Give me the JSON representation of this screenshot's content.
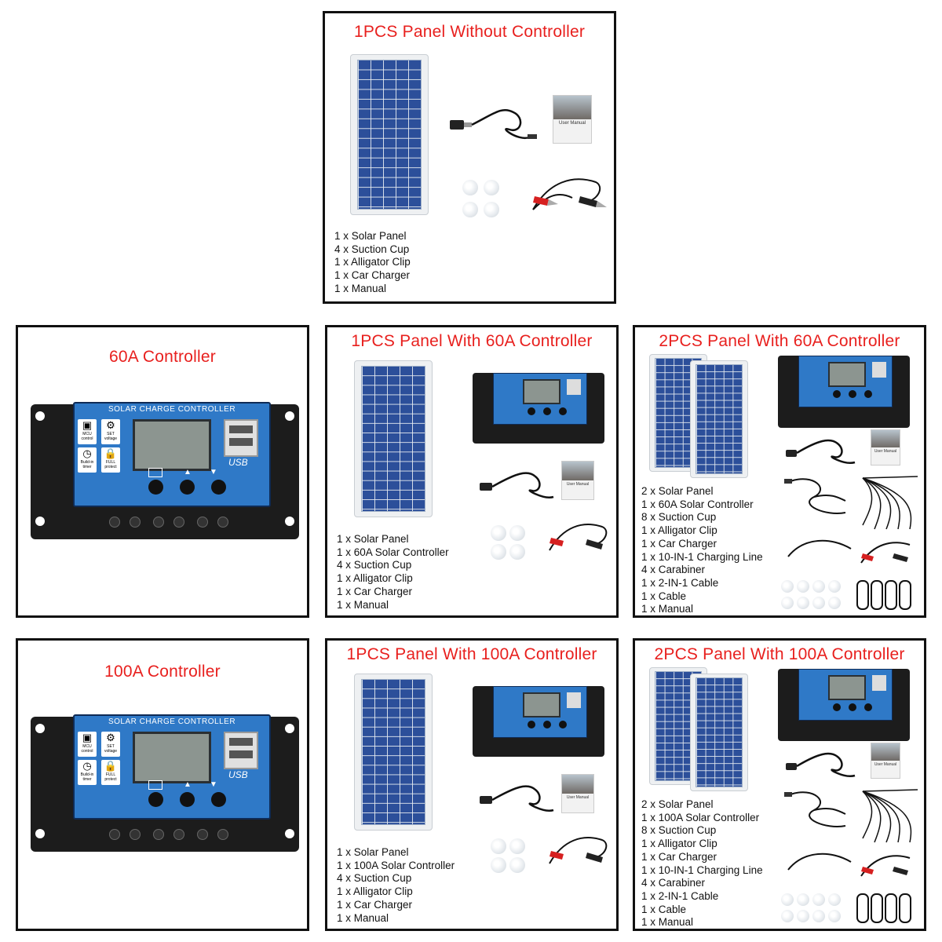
{
  "colors": {
    "title_red": "#e8201e",
    "panel_blue": "#2c4f9a",
    "controller_blue": "#2f79c7",
    "controller_body": "#1e1e1e",
    "lcd": "#8c9590"
  },
  "boxes": [
    {
      "title": "1PCS Panel Without Controller",
      "items": [
        "1 x Solar Panel",
        "4 x Suction Cup",
        "1 x Alligator Clip",
        "1 x Car Charger",
        "1 x Manual"
      ],
      "manual_label": "User Manual"
    },
    {
      "title": "60A Controller",
      "controller": {
        "header": "SOLAR CHARGE CONTROLLER",
        "usb": "USB",
        "icons": [
          {
            "name": "mcu-icon",
            "label": "MCU control"
          },
          {
            "name": "set-voltage-icon",
            "label": "SET voltage"
          },
          {
            "name": "timer-icon",
            "label": "Build-in timer"
          },
          {
            "name": "lock-icon",
            "label": "FULL protect"
          }
        ]
      }
    },
    {
      "title": "1PCS Panel With 60A Controller",
      "items": [
        "1 x Solar Panel",
        "1 x 60A Solar Controller",
        "4 x Suction Cup",
        "1 x Alligator Clip",
        "1 x Car Charger",
        "1 x Manual"
      ],
      "manual_label": "User Manual"
    },
    {
      "title": "2PCS Panel With 60A Controller",
      "items": [
        "2 x Solar Panel",
        "1 x 60A Solar Controller",
        "8 x Suction Cup",
        "1 x Alligator Clip",
        "1 x Car Charger",
        "1 x 10-IN-1 Charging Line",
        "4 x Carabiner",
        "1 x 2-IN-1 Cable",
        "1 x Cable",
        "1 x Manual"
      ],
      "manual_label": "User Manual"
    },
    {
      "title": "100A Controller",
      "controller": {
        "header": "SOLAR CHARGE CONTROLLER",
        "usb": "USB",
        "icons": [
          {
            "name": "mcu-icon",
            "label": "MCU control"
          },
          {
            "name": "set-voltage-icon",
            "label": "SET voltage"
          },
          {
            "name": "timer-icon",
            "label": "Build-in timer"
          },
          {
            "name": "lock-icon",
            "label": "FULL protect"
          }
        ]
      }
    },
    {
      "title": "1PCS Panel With 100A Controller",
      "items": [
        "1 x Solar Panel",
        "1 x 100A Solar Controller",
        "4 x Suction Cup",
        "1 x Alligator Clip",
        "1 x Car Charger",
        "1 x Manual"
      ],
      "manual_label": "User Manual"
    },
    {
      "title": "2PCS Panel With 100A Controller",
      "items": [
        "2 x Solar Panel",
        "1 x 100A Solar Controller",
        "8 x Suction Cup",
        "1 x Alligator Clip",
        "1 x Car Charger",
        "1 x 10-IN-1 Charging Line",
        "4 x Carabiner",
        "1 x 2-IN-1 Cable",
        "1 x Cable",
        "1 x Manual"
      ],
      "manual_label": "User Manual"
    }
  ]
}
